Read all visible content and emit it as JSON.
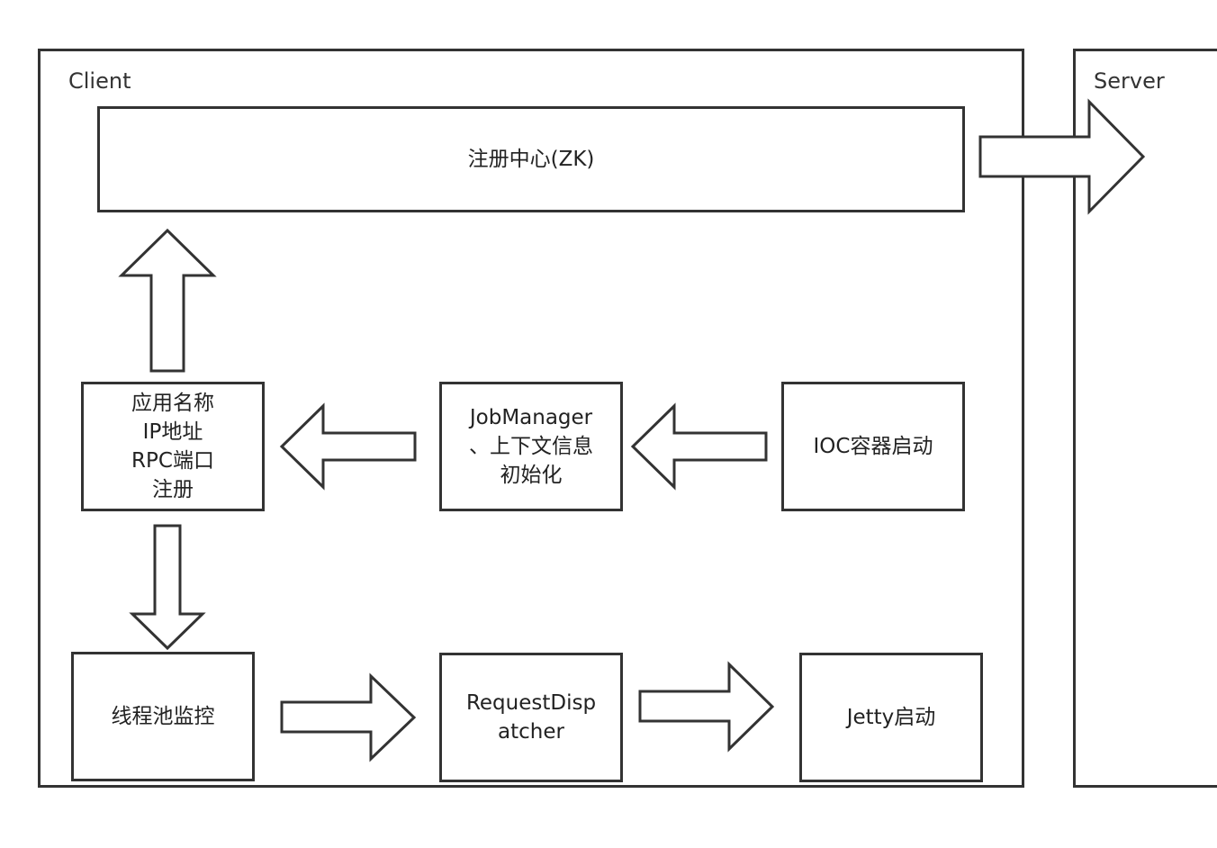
{
  "client": {
    "label": "Client"
  },
  "server": {
    "label": "Server"
  },
  "nodes": {
    "registry": [
      "注册中心(ZK)"
    ],
    "register": [
      "应用名称",
      "IP地址",
      "RPC端口",
      "注册"
    ],
    "job_manager": [
      "JobManager",
      "、上下文信息",
      "初始化"
    ],
    "ioc": [
      "IOC容器启动"
    ],
    "thread_pool": [
      "线程池监控"
    ],
    "dispatcher": [
      "RequestDisp",
      "atcher"
    ],
    "jetty": [
      "Jetty启动"
    ]
  },
  "edges": [
    {
      "from": "ioc",
      "to": "job_manager"
    },
    {
      "from": "job_manager",
      "to": "register"
    },
    {
      "from": "register",
      "to": "registry"
    },
    {
      "from": "register",
      "to": "thread_pool"
    },
    {
      "from": "thread_pool",
      "to": "dispatcher"
    },
    {
      "from": "dispatcher",
      "to": "jetty"
    },
    {
      "from": "registry",
      "to": "server"
    }
  ],
  "colors": {
    "stroke": "#333333",
    "fill": "#ffffff",
    "text": "#222222"
  }
}
